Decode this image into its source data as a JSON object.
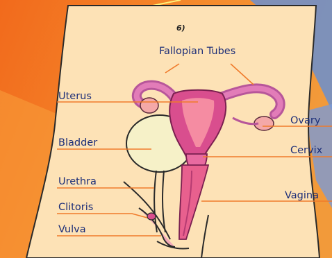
{
  "page_mark": "6)",
  "labels": {
    "fallopian_tubes": "Fallopian Tubes",
    "uterus": "Uterus",
    "bladder": "Bladder",
    "urethra": "Urethra",
    "clitoris": "Clitoris",
    "vulva": "Vulva",
    "ovary": "Ovary",
    "cervix": "Cervix",
    "vagina": "Vagina"
  },
  "colors": {
    "background_orange": "#f2761e",
    "background_blue": "#6a8fd0",
    "body_skin": "#fde2b6",
    "organ_pink": "#e86aa0",
    "organ_light": "#f58ca2",
    "bladder_fill": "#f6f1c8",
    "label_text": "#1c2e78",
    "leader_line": "#f07a2a"
  }
}
